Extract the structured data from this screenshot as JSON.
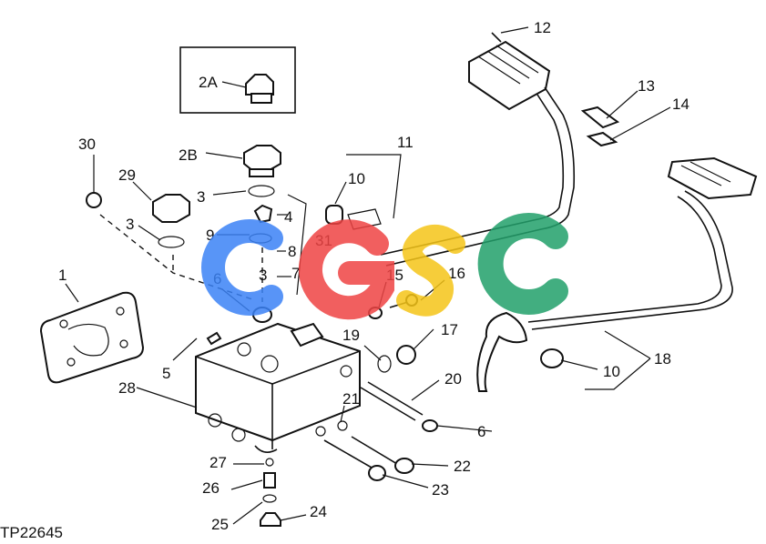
{
  "figure_id": "TP22645",
  "watermark": {
    "text": "CGSC",
    "colors": [
      "#3b82f6",
      "#ef4444",
      "#f5c518",
      "#22a06b"
    ]
  },
  "callouts": {
    "c12": "12",
    "c13": "13",
    "c14": "14",
    "c2a": "2A",
    "c2b": "2B",
    "c30": "30",
    "c29": "29",
    "c3a": "3",
    "c3b": "3",
    "c3c": "3",
    "c10a": "10",
    "c11": "11",
    "c4": "4",
    "c9": "9",
    "c8": "8",
    "c31": "31",
    "c7": "7",
    "c1": "1",
    "c6a": "6",
    "c15": "15",
    "c16": "16",
    "c19": "19",
    "c17": "17",
    "c5": "5",
    "c28": "28",
    "c20": "20",
    "c21": "21",
    "c6b": "6",
    "c18": "18",
    "c10b": "10",
    "c22": "22",
    "c27": "27",
    "c23": "23",
    "c26": "26",
    "c24": "24",
    "c25": "25"
  }
}
